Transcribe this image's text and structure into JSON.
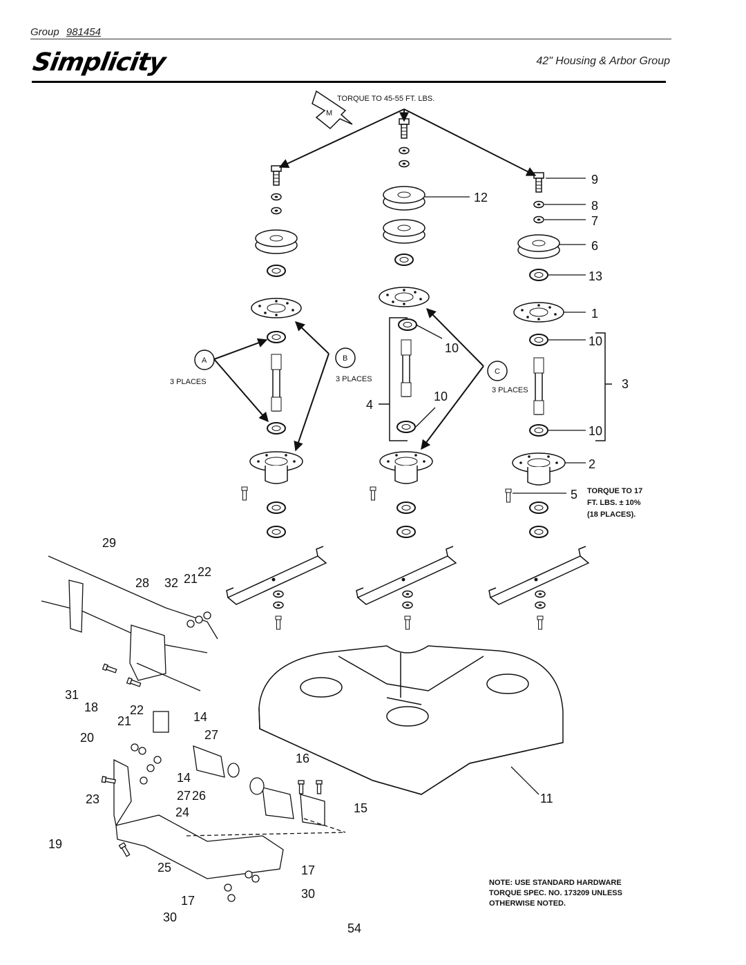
{
  "header": {
    "group_prefix": "Group",
    "group_number": "981454",
    "logo_text": "Simplicity",
    "section_title": "42\" Housing & Arbor Group"
  },
  "callouts": {
    "torque_top": "TORQUE TO 45-55 FT. LBS.",
    "marker_m": "M",
    "marker_a": "A",
    "marker_b": "B",
    "marker_c": "C",
    "places_a": "3 PLACES",
    "places_b": "3 PLACES",
    "places_c": "3 PLACES",
    "torque_bolt_line1": "TORQUE TO 17",
    "torque_bolt_line2": "FT. LBS. ± 10%",
    "torque_bolt_line3": "(18 PLACES)."
  },
  "part_numbers": [
    "1",
    "2",
    "3",
    "4",
    "5",
    "6",
    "7",
    "8",
    "9",
    "10",
    "10",
    "10",
    "10",
    "11",
    "12",
    "13",
    "14",
    "14",
    "15",
    "16",
    "17",
    "17",
    "18",
    "19",
    "20",
    "21",
    "21",
    "22",
    "22",
    "23",
    "24",
    "25",
    "26",
    "27",
    "27",
    "28",
    "29",
    "30",
    "30",
    "31",
    "32"
  ],
  "note": {
    "line1": "NOTE: USE STANDARD HARDWARE",
    "line2": "TORQUE SPEC. NO. 173209 UNLESS",
    "line3": "OTHERWISE NOTED."
  },
  "page_number": "54"
}
